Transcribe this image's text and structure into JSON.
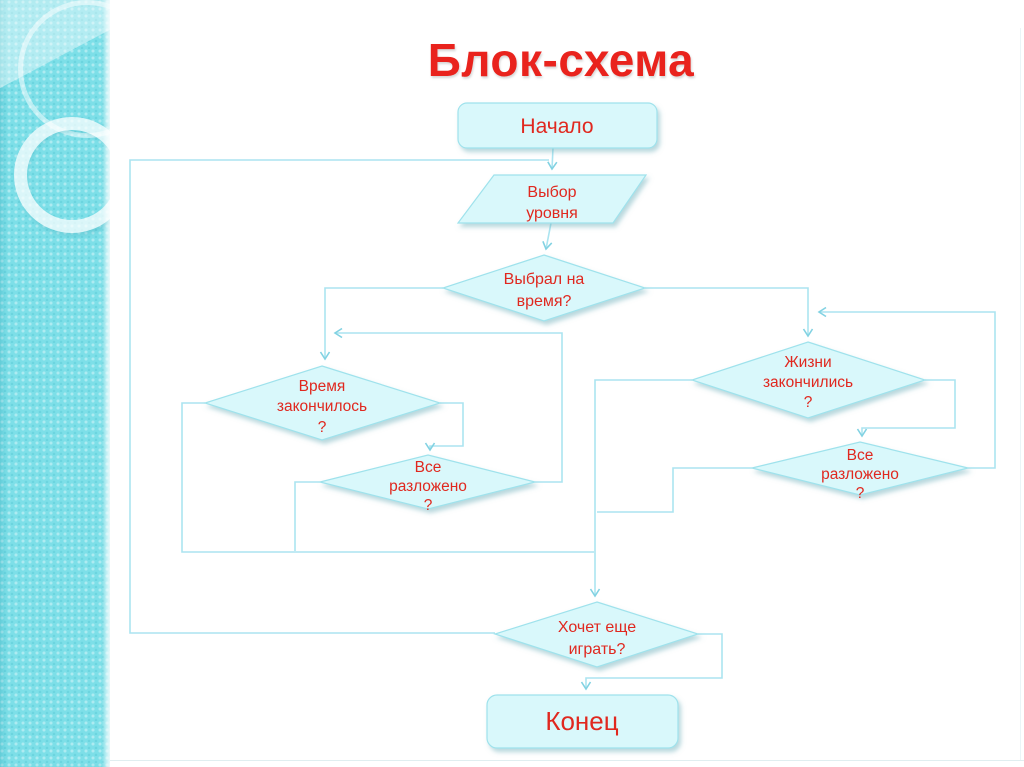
{
  "slide": {
    "title": "Блок-схема"
  },
  "colors": {
    "accent_red": "#e0281f",
    "shape_fill": "#d9f8fb",
    "shape_border": "#9fe2ec",
    "connector": "#abe4f0",
    "sidebar_teal": "#7ddfe8"
  },
  "flowchart": {
    "nodes": {
      "start": {
        "type": "terminator",
        "lines": [
          "Начало"
        ]
      },
      "level_select": {
        "type": "io",
        "lines": [
          "Выбор",
          "уровня"
        ]
      },
      "timed_mode": {
        "type": "decision",
        "lines": [
          "Выбрал на",
          "время?"
        ]
      },
      "time_over": {
        "type": "decision",
        "lines": [
          "Время",
          "закончилось",
          "?"
        ]
      },
      "all_placed_left": {
        "type": "decision",
        "lines": [
          "Все",
          "разложено",
          "?"
        ]
      },
      "lives_over": {
        "type": "decision",
        "lines": [
          "Жизни",
          "закончились",
          "?"
        ]
      },
      "all_placed_right": {
        "type": "decision",
        "lines": [
          "Все",
          "разложено",
          "?"
        ]
      },
      "play_again": {
        "type": "decision",
        "lines": [
          "Хочет еще",
          "играть?"
        ]
      },
      "end": {
        "type": "terminator",
        "lines": [
          "Конец"
        ]
      }
    },
    "edges": [
      {
        "from": "start",
        "to": "level_select"
      },
      {
        "from": "level_select",
        "to": "timed_mode"
      },
      {
        "from": "timed_mode",
        "to": "time_over"
      },
      {
        "from": "timed_mode",
        "to": "lives_over"
      },
      {
        "from": "time_over",
        "to": "all_placed_left"
      },
      {
        "from": "time_over",
        "to": "play_again"
      },
      {
        "from": "all_placed_left",
        "to": "time_over"
      },
      {
        "from": "all_placed_left",
        "to": "play_again"
      },
      {
        "from": "lives_over",
        "to": "all_placed_right"
      },
      {
        "from": "lives_over",
        "to": "play_again"
      },
      {
        "from": "all_placed_right",
        "to": "lives_over"
      },
      {
        "from": "all_placed_right",
        "to": "play_again"
      },
      {
        "from": "play_again",
        "to": "level_select"
      },
      {
        "from": "play_again",
        "to": "end"
      }
    ]
  }
}
